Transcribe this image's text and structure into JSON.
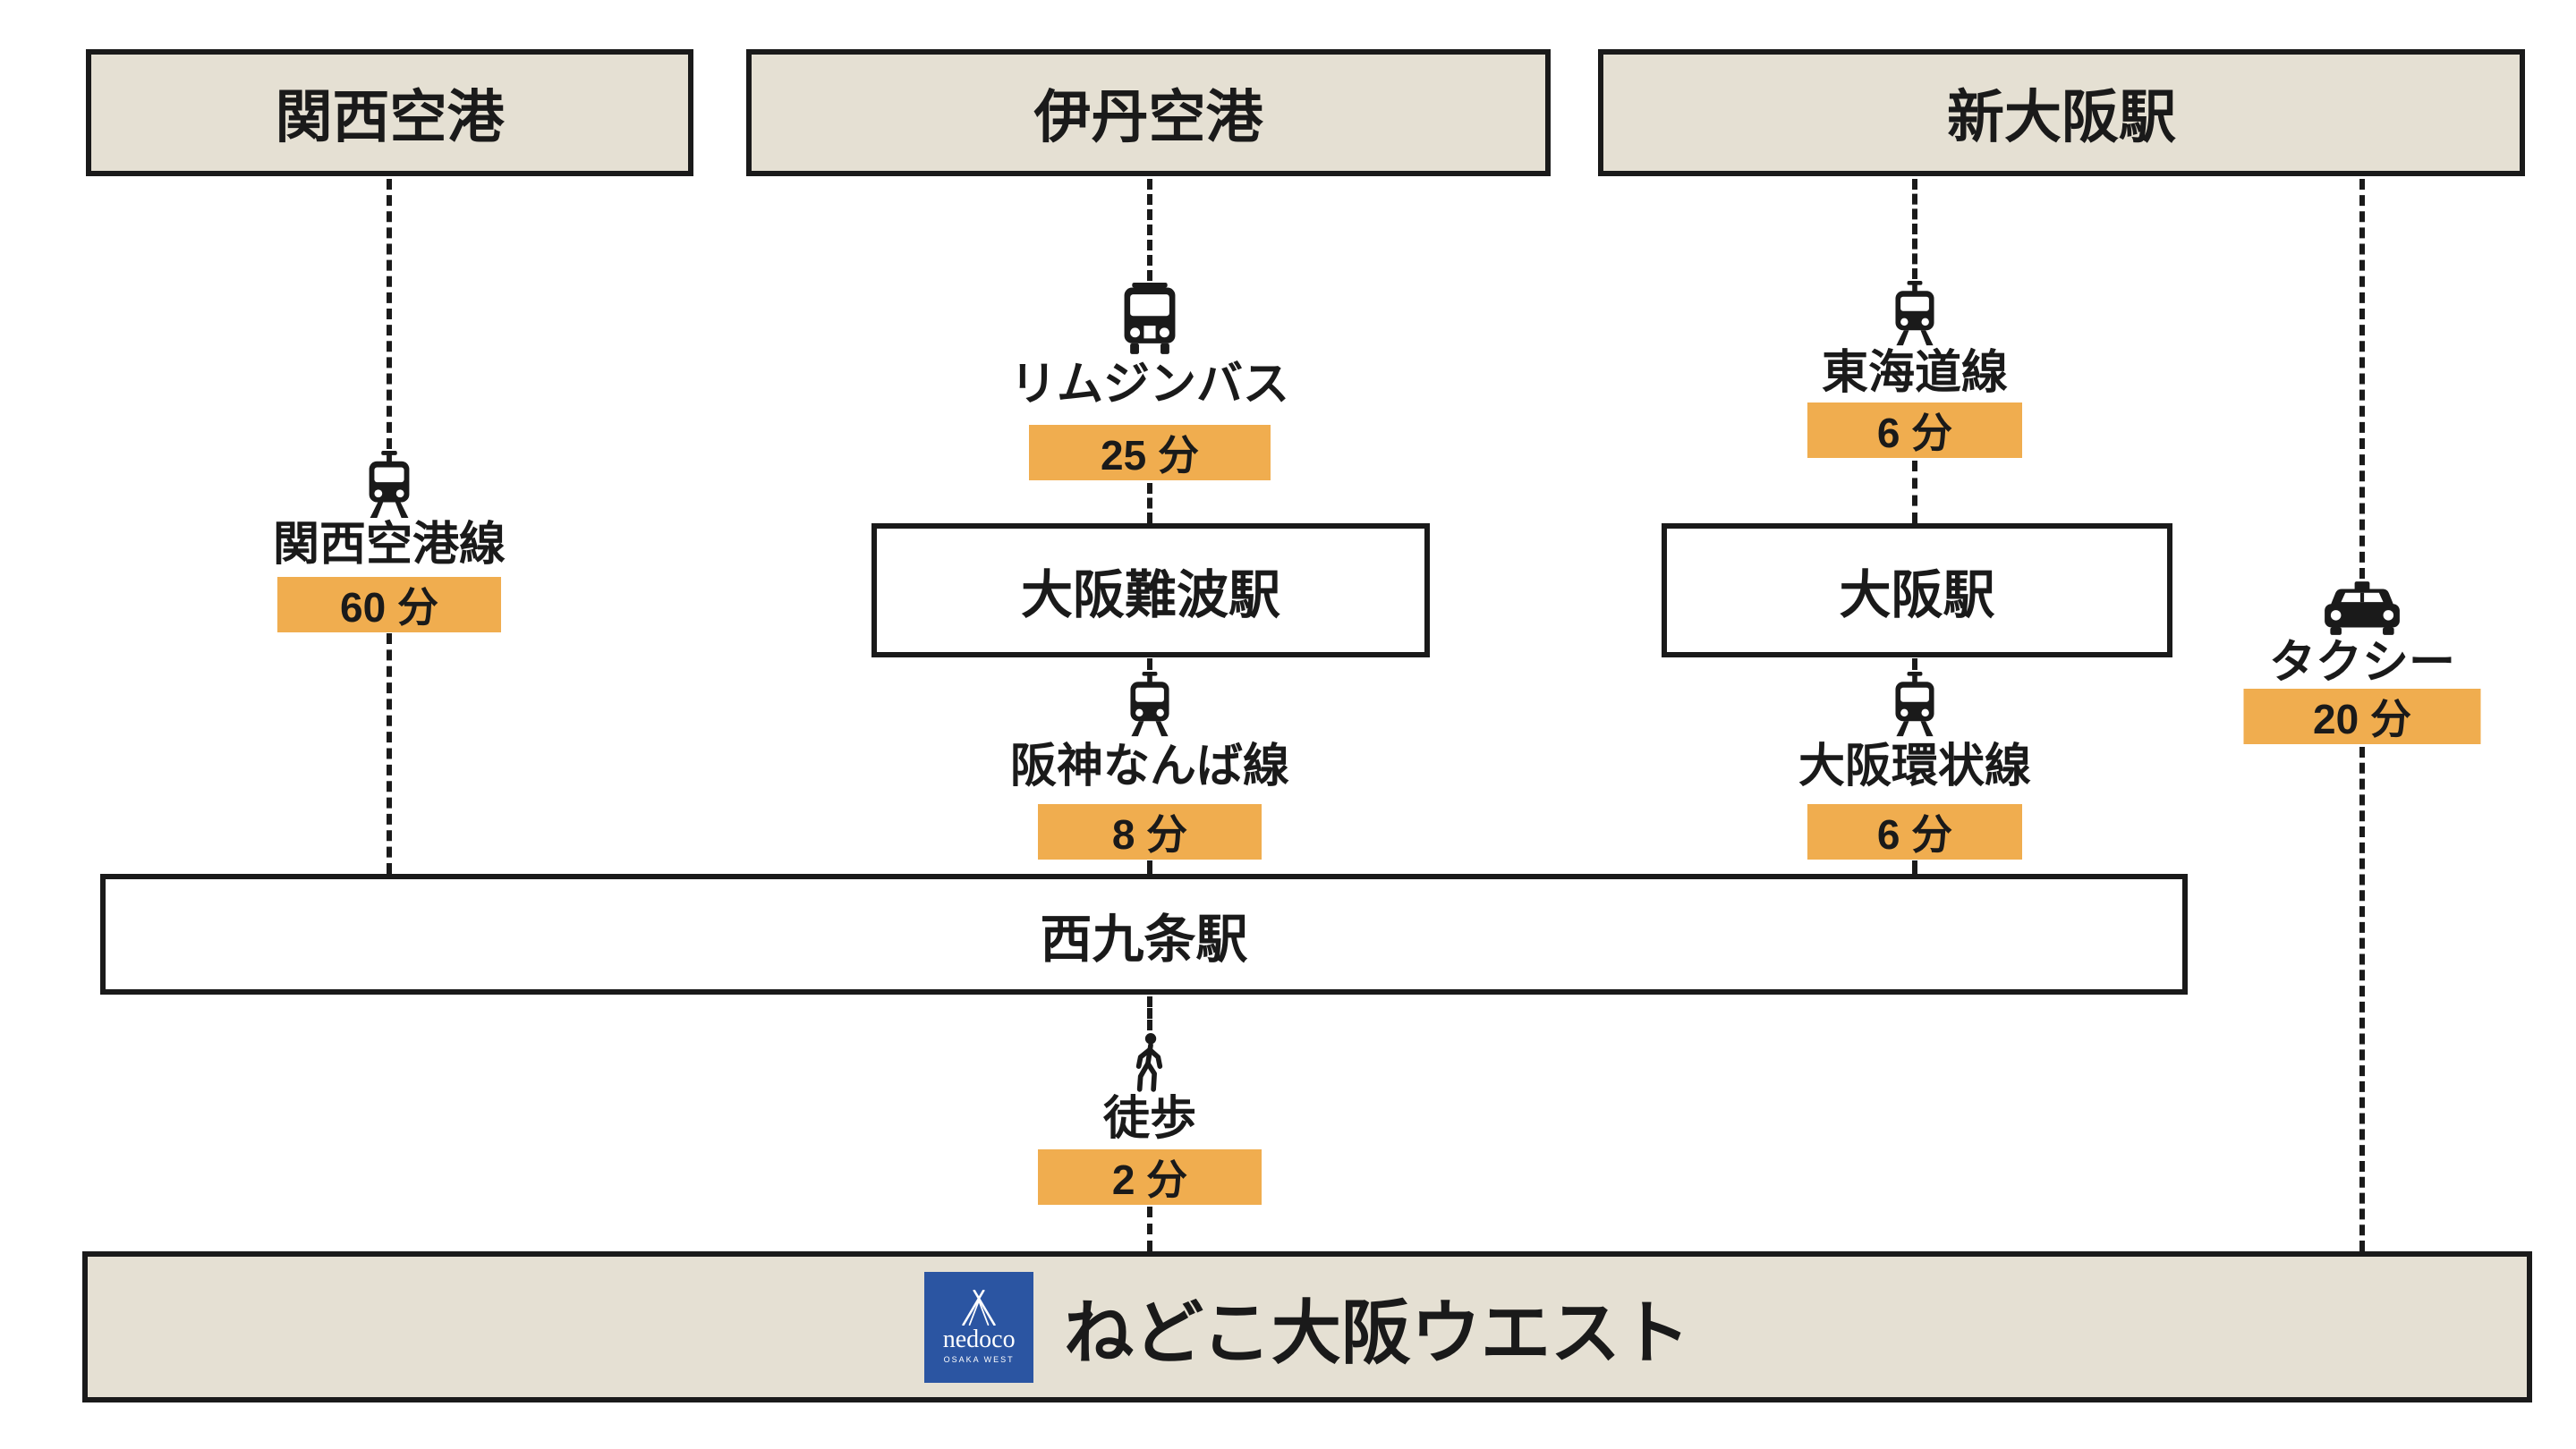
{
  "colors": {
    "accent_orange": "#F0AD4F",
    "box_beige": "#E5E0D3",
    "line_black": "#1A1A1A",
    "logo_blue": "#2B55A2"
  },
  "origin_boxes": {
    "kansai": "関西空港",
    "itami": "伊丹空港",
    "shin_osaka": "新大阪駅"
  },
  "station_boxes": {
    "osaka_namba": "大阪難波駅",
    "osaka": "大阪駅",
    "nishikujo": "西九条駅"
  },
  "segments": {
    "kansai_line": {
      "mode": "train",
      "label": "関西空港線",
      "duration": "60 分"
    },
    "limousine_bus": {
      "mode": "bus",
      "label": "リムジンバス",
      "duration": "25 分"
    },
    "tokaido_line": {
      "mode": "train",
      "label": "東海道線",
      "duration": "6 分"
    },
    "hanshin_namba_line": {
      "mode": "train",
      "label": "阪神なんば線",
      "duration": "8 分"
    },
    "osaka_loop_line": {
      "mode": "train",
      "label": "大阪環状線",
      "duration": "6 分"
    },
    "taxi": {
      "mode": "taxi",
      "label": "タクシー",
      "duration": "20 分"
    },
    "walk": {
      "mode": "walk",
      "label": "徒歩",
      "duration": "2 分"
    }
  },
  "destination": {
    "name": "ねどこ大阪ウエスト",
    "logo_text": "nedoco",
    "logo_subtext": "OSAKA WEST"
  }
}
